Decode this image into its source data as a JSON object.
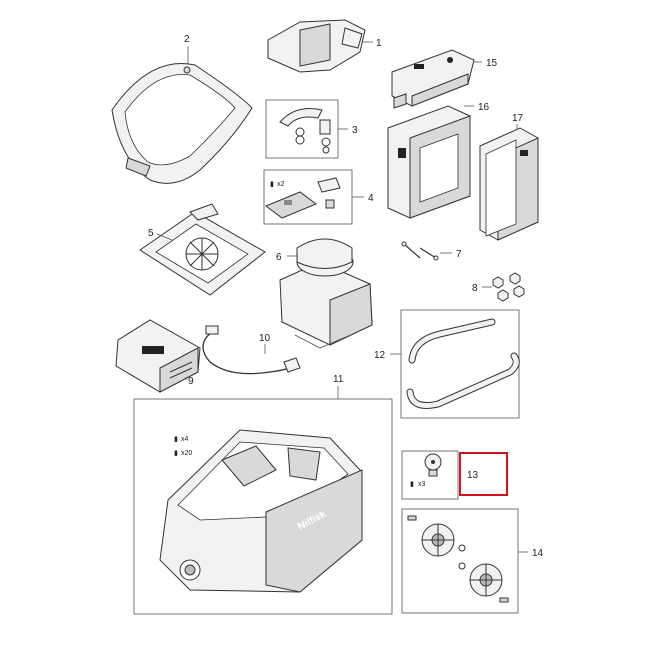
{
  "callouts": {
    "c1": "1",
    "c2": "2",
    "c3": "3",
    "c4": "4",
    "c5": "5",
    "c6": "6",
    "c7": "7",
    "c8": "8",
    "c9": "9",
    "c10": "10",
    "c11": "11",
    "c12": "12",
    "c13": "13",
    "c14": "14",
    "c15": "15",
    "c16": "16",
    "c17": "17"
  },
  "quantities": {
    "kit4_screws": "x2",
    "body_screws_a": "x4",
    "body_screws_b": "x20",
    "kit13_screws": "x3"
  },
  "brand_mark": "Nilfisk",
  "highlight_color": "#d0121b"
}
